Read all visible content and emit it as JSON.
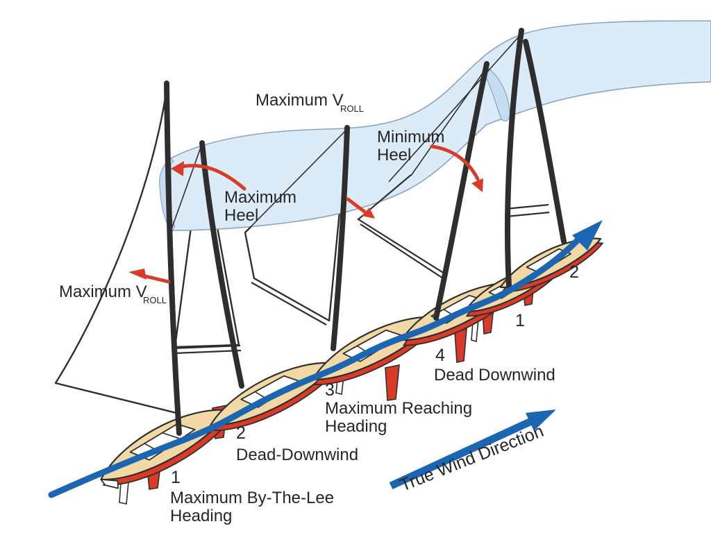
{
  "diagram": {
    "title_hint": "sailing-death-roll-sequence",
    "colors": {
      "hull": "#f2d8a4",
      "red": "#d93b28",
      "blue": "#1b66b2",
      "band_fill": "#dcebf8",
      "band_stroke": "#8ba3bf",
      "band_fold": "#c6dcf1",
      "ink": "#2e2e2e",
      "text": "#262626"
    },
    "labels": {
      "max_vroll_top": {
        "main": "Maximum V",
        "sub": "ROLL"
      },
      "max_vroll_left": {
        "main": "Maximum V",
        "sub": "ROLL"
      },
      "minimum_heel": {
        "line1": "Minimum",
        "line2": "Heel"
      },
      "maximum_heel": {
        "line1": "Maximum",
        "line2": "Heel"
      },
      "true_wind": "True Wind Direction",
      "positions": [
        {
          "num": "1",
          "line1": "Maximum By-The-Lee",
          "line2": "Heading"
        },
        {
          "num": "2",
          "line1": "Dead-Downwind"
        },
        {
          "num": "3",
          "line1": "Maximum Reaching",
          "line2": "Heading"
        },
        {
          "num": "4",
          "line1": "Dead Downwind"
        },
        {
          "num": "1"
        },
        {
          "num": "2"
        }
      ]
    }
  }
}
